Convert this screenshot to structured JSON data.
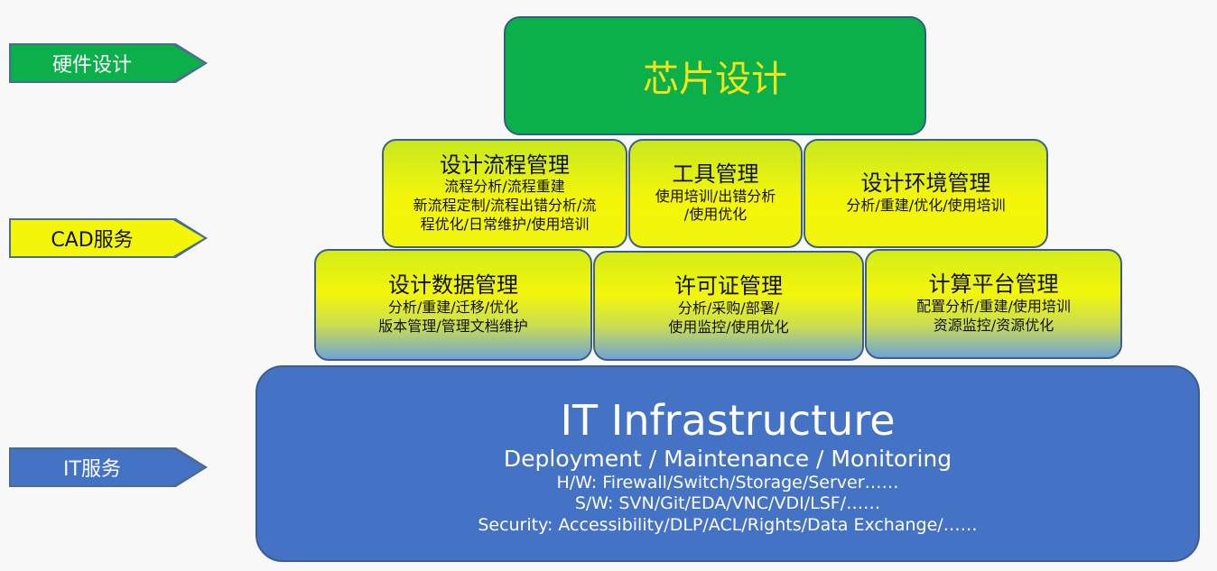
{
  "side_labels": {
    "hardware": "硬件设计",
    "cad": "CAD服务",
    "it": "IT服务"
  },
  "top": {
    "title": "芯片设计"
  },
  "row1": [
    {
      "title": "设计流程管理",
      "lines": [
        "流程分析/流程重建",
        "新流程定制/流程出错分析/流",
        "程优化/日常维护/使用培训"
      ]
    },
    {
      "title": "工具管理",
      "lines": [
        "使用培训/出错分析",
        "/使用优化"
      ]
    },
    {
      "title": "设计环境管理",
      "lines": [
        "分析/重建/优化/使用培训"
      ]
    }
  ],
  "row2": [
    {
      "title": "设计数据管理",
      "lines": [
        "分析/重建/迁移/优化",
        "版本管理/管理文档维护"
      ]
    },
    {
      "title": "许可证管理",
      "lines": [
        "分析/采购/部署/",
        "使用监控/使用优化"
      ]
    },
    {
      "title": "计算平台管理",
      "lines": [
        "配置分析/重建/使用培训",
        "资源监控/资源优化"
      ]
    }
  ],
  "infra": {
    "title": "IT Infrastructure",
    "subtitle": "Deployment / Maintenance / Monitoring",
    "lines": [
      "H/W: Firewall/Switch/Storage/Server……",
      "S/W: SVN/Git/EDA/VNC/VDI/LSF/……",
      "Security: Accessibility/DLP/ACL/Rights/Data Exchange/……"
    ]
  },
  "colors": {
    "green": "#0bb04b",
    "top_text": "#f3e31a",
    "yellow": "#f4f60a",
    "blue": "#4472c4"
  }
}
